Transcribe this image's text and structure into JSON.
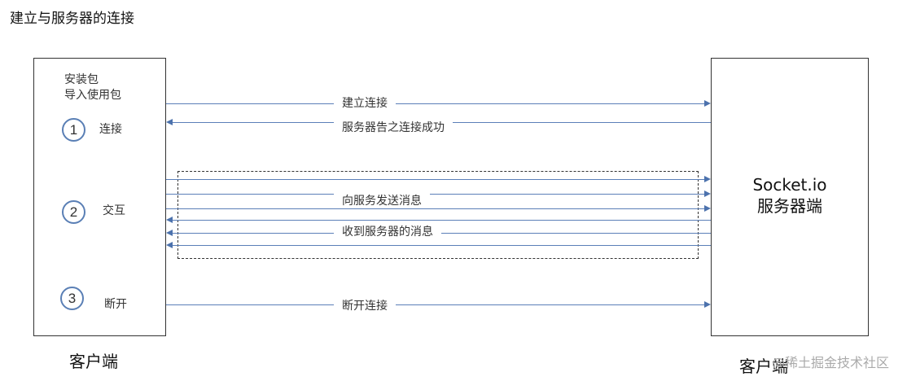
{
  "title": "建立与服务器的连接",
  "client": {
    "lines": [
      "安装包",
      "导入使用包"
    ],
    "footer": "客户端"
  },
  "server": {
    "lines": [
      "Socket.io",
      "服务器端"
    ],
    "footer": "客户端"
  },
  "steps": [
    {
      "number": "1",
      "label": "连接"
    },
    {
      "number": "2",
      "label": "交互"
    },
    {
      "number": "3",
      "label": "断开"
    }
  ],
  "messages": {
    "connect": "建立连接",
    "connect_success": "服务器告之连接成功",
    "send": "向服务发送消息",
    "receive": "收到服务器的消息",
    "disconnect": "断开连接"
  },
  "watermark": "@稀土掘金技术社区",
  "colors": {
    "arrow": "#5b7fb8",
    "circle": "#5a7fb5"
  }
}
